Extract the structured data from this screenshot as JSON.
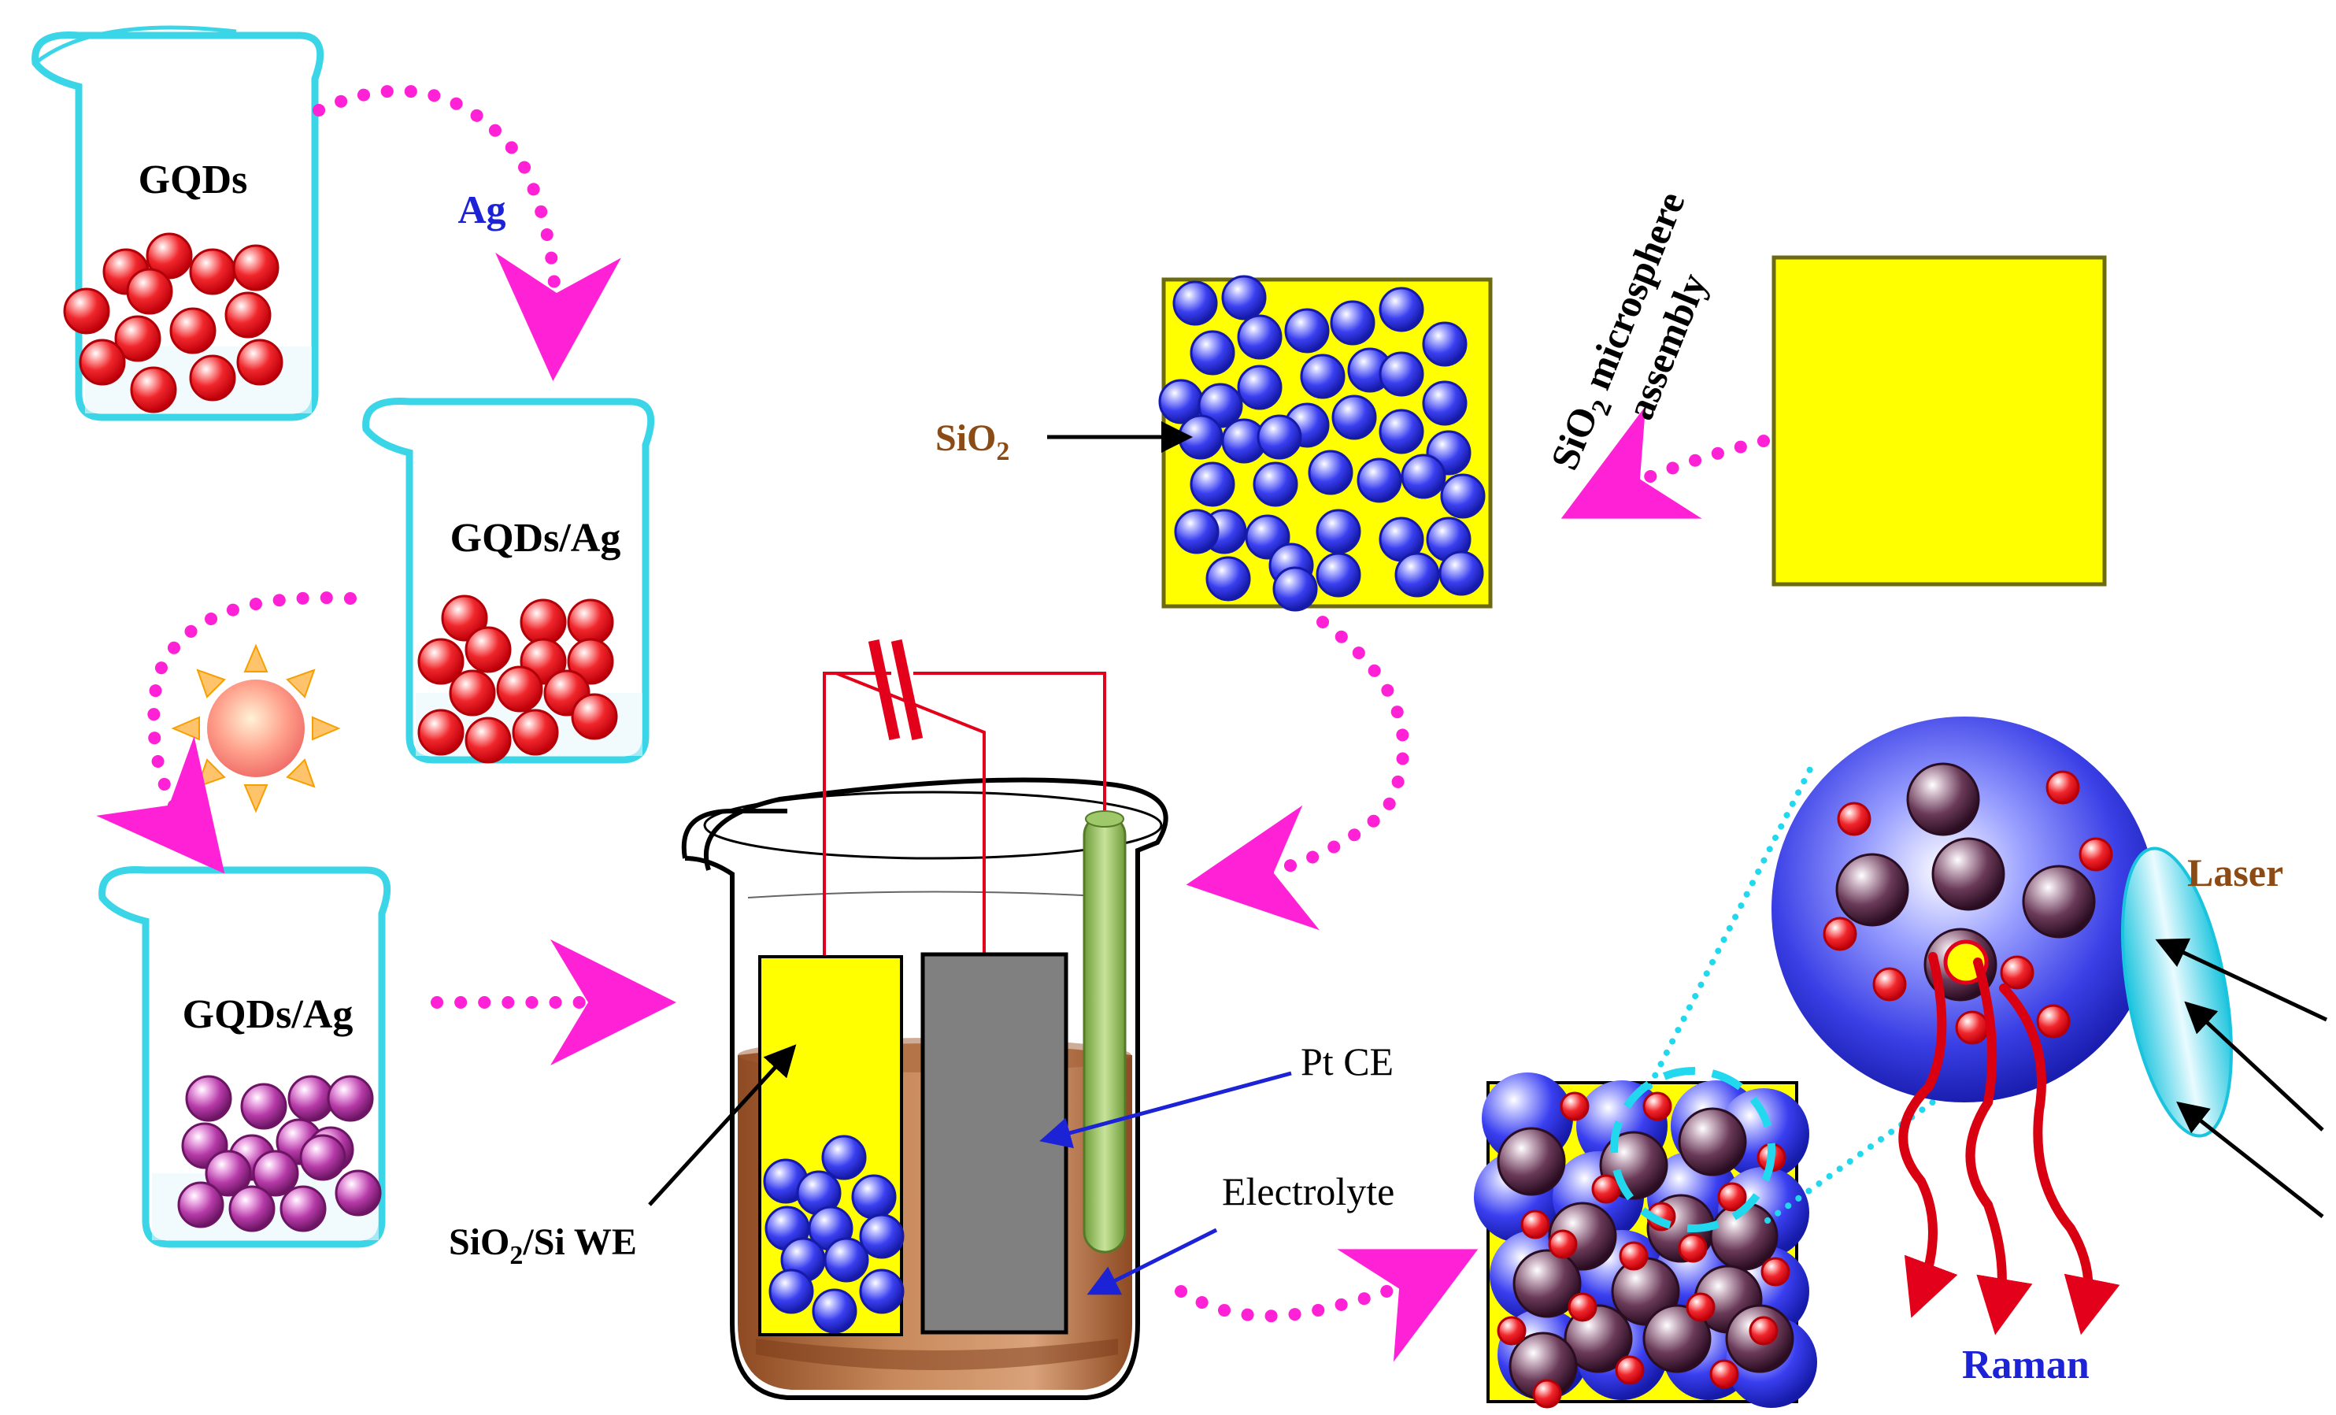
{
  "labels": {
    "gqds": "GQDs",
    "ag": "Ag",
    "gqds_ag_top": "GQDs/Ag",
    "gqds_ag_bottom": "GQDs/Ag",
    "sio2_main": "SiO",
    "sio2_sub": "2",
    "assembly_line1_main": "SiO",
    "assembly_line1_sub": "2",
    "assembly_line1_rest": " microsphere",
    "assembly_line2": "assembly",
    "pt_ce": "Pt CE",
    "electrolyte": "Electrolyte",
    "we_main": "SiO",
    "we_sub": "2",
    "we_rest": "/Si WE",
    "laser": "Laser",
    "raman": "Raman"
  },
  "colors": {
    "beaker_outline": "#3ad6e8",
    "red_sphere": "#e8141e",
    "purple_sphere": "#b63aa8",
    "blue_sphere": "#2a2fe0",
    "dark_sphere": "#4a1f3c",
    "yellow": "#ffff00",
    "magenta_arrow": "#ff21d6",
    "wire_red": "#e3001b",
    "electrolyte": "#b06a3c",
    "label_blue": "#1c22d6",
    "label_brown": "#8c4a14",
    "cyan": "#22d8ee"
  }
}
